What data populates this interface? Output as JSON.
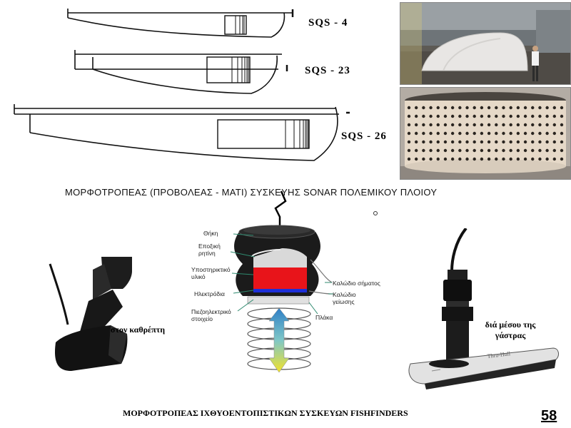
{
  "ship_diagrams": {
    "labels": [
      "SQS - 4",
      "SQS - 23",
      "SQS - 26"
    ],
    "caption": "ΜΟΡΦΟΤΡΟΠΕΑΣ (ΠΡΟΒΟΛΕΑΣ - ΜΑΤΙ) ΣΥΣΚΕΥΗΣ SONAR ΠΟΛΕΜΙΚΟΥ ΠΛΟΙΟΥ"
  },
  "transducer_diagram": {
    "parts": [
      "Θήκη",
      "Εποξική ρητίνη",
      "Υποστηρικτικό υλικό",
      "Ηλεκτρόδια",
      "Πιεζοηλεκτρικό στοιχείο",
      "Καλώδιο σήματος",
      "Καλώδιο γείωσης",
      "Πλάκα"
    ]
  },
  "mounts": {
    "transom_label": "στον καθρέπτη",
    "thru_hull_label": "διά μέσου της γάστρας",
    "brand_text": "Thru-Hull"
  },
  "footer": {
    "caption": "ΜΟΡΦΟΤΡΟΠΕΑΣ ΙΧΘΥΟΕΝΤΟΠΙΣΤΙΚΩΝ ΣΥΣΚΕΥΩΝ FISHFINDERS",
    "page_number": "58"
  }
}
